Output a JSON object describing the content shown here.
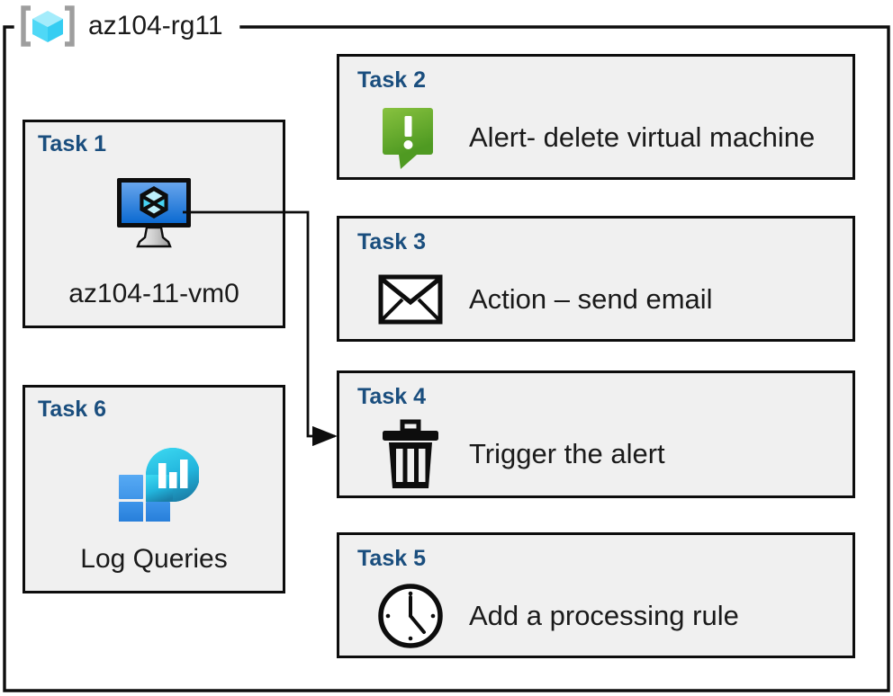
{
  "resource_group": {
    "name": "az104-rg11",
    "icon": "resource-group-cube-icon",
    "frame_color": "#0d0d0d"
  },
  "theme": {
    "card_background": "#f0f0f0",
    "card_border": "#0d0d0d",
    "task_label_color": "#1a4e7e",
    "body_text_color": "#1a1a1a",
    "alert_green": "#6cb33f",
    "vm_blue_light": "#5a9ae8",
    "vm_blue_dark": "#0d6fd4",
    "loganalytics_cyan": "#2fc9e8",
    "loganalytics_teal": "#1a7fa8",
    "loganalytics_square_light": "#4da3f0",
    "loganalytics_square_dark": "#2b88e0",
    "rg_icon_bracket": "#9e9e9e",
    "rg_icon_cube_light": "#a9ecfb",
    "rg_icon_cube_mid": "#35d2f5"
  },
  "cards": {
    "task1": {
      "label": "Task 1",
      "caption": "az104-11-vm0",
      "icon": "virtual-machine-icon"
    },
    "task2": {
      "label": "Task 2",
      "text": "Alert- delete virtual machine",
      "icon": "alert-bubble-icon"
    },
    "task3": {
      "label": "Task 3",
      "text": "Action – send email",
      "icon": "envelope-icon"
    },
    "task4": {
      "label": "Task 4",
      "text": "Trigger the alert",
      "icon": "trash-can-icon"
    },
    "task5": {
      "label": "Task 5",
      "text": "Add a processing rule",
      "icon": "clock-icon"
    },
    "task6": {
      "label": "Task 6",
      "caption": "Log Queries",
      "icon": "log-analytics-icon"
    }
  },
  "connector": {
    "name": "vm-to-task4-arrow",
    "from": "task1-virtual-machine-icon",
    "to": "task4-card",
    "arrowhead": "right"
  }
}
